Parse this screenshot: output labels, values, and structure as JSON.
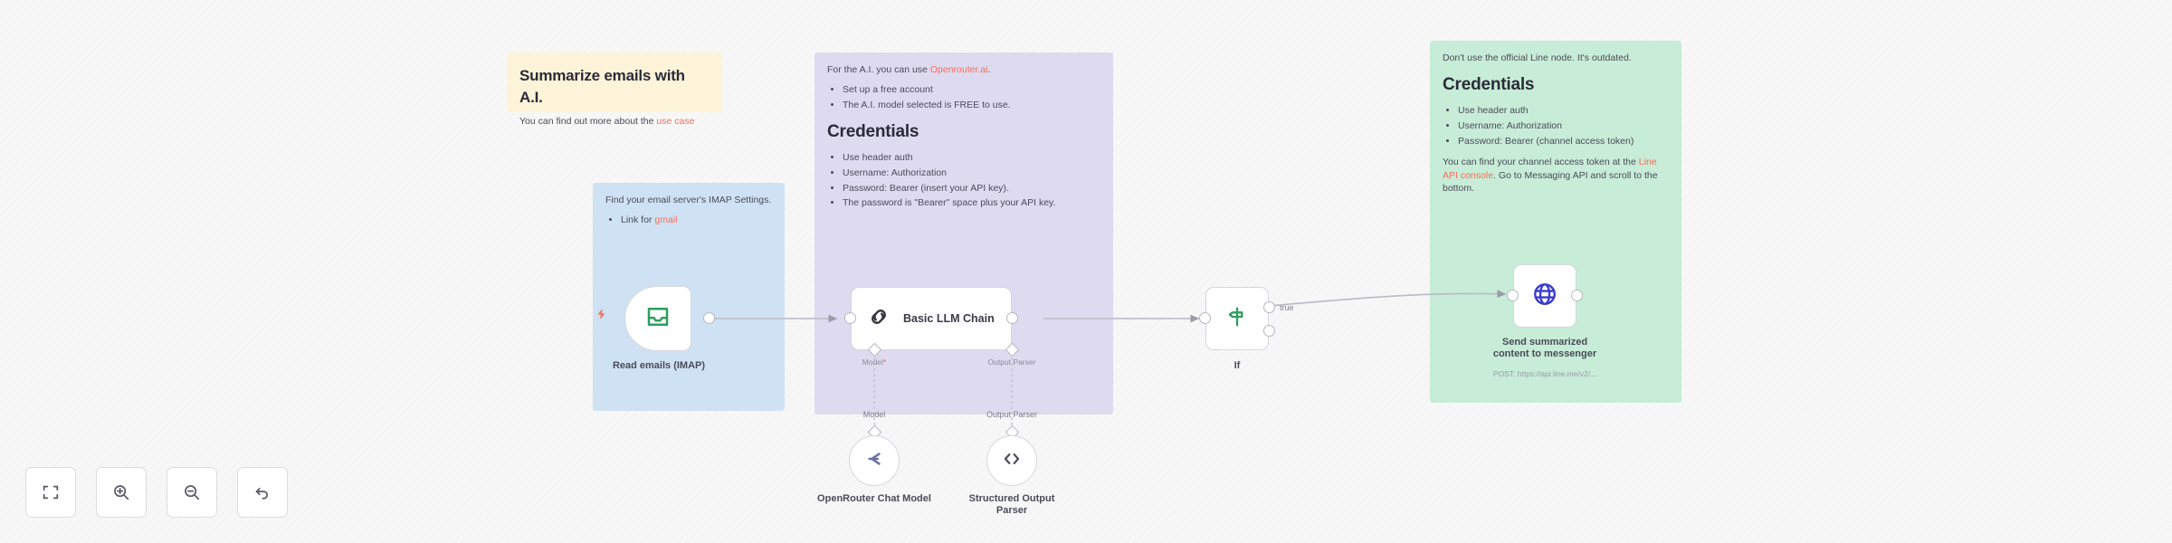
{
  "canvas": {
    "background_color": "#f7f7f7"
  },
  "notes": {
    "yellow": {
      "color": "#fdf3d8",
      "title": "Summarize emails with A.I.",
      "body_prefix": "You can find out more about the ",
      "link": "use case"
    },
    "blue": {
      "color": "#cfe2f3",
      "line1": "Find your email server's IMAP Settings.",
      "bullet_prefix": "Link for ",
      "link": "gmail"
    },
    "purple": {
      "color": "#dedaf0",
      "intro_prefix": "For the A.I. you can use ",
      "intro_link": "Openrouter.ai",
      "intro_suffix": ".",
      "bullets": [
        "Set up a free account",
        "The A.I. model selected is FREE to use."
      ],
      "heading": "Credentials",
      "credentials": [
        "Use header auth",
        "Username: Authorization",
        "Password: Bearer (insert your API key).",
        "The password is \"Bearer\" space plus your API key."
      ]
    },
    "green": {
      "color": "#c7ecd7",
      "warning": "Don't use the official Line node. It's outdated.",
      "heading": "Credentials",
      "credentials": [
        "Use header auth",
        "Username: Authorization",
        "Password: Bearer (channel access token)"
      ],
      "footer_prefix": "You can find your channel access token at the ",
      "footer_link": "Line API console",
      "footer_suffix": ". Go to Messaging API and scroll to the bottom."
    }
  },
  "nodes": {
    "read_emails": {
      "caption": "Read emails (IMAP)",
      "icon": "inbox-icon",
      "icon_color": "#2f9e5f"
    },
    "llm_chain": {
      "inline_label": "Basic LLM Chain",
      "icon": "chain-link-icon",
      "icon_color": "#37373f",
      "sub_ports": [
        {
          "label": "Model",
          "required_marker": "*"
        },
        {
          "label": "Output Parser",
          "required_marker": ""
        }
      ]
    },
    "openrouter_model": {
      "caption": "OpenRouter Chat Model",
      "connector_label": "Model",
      "icon": "openrouter-arrow-icon",
      "icon_color": "#6b72a6"
    },
    "output_parser": {
      "caption": "Structured Output Parser",
      "connector_label": "Output Parser",
      "icon": "code-brackets-icon",
      "icon_color": "#4b4b59"
    },
    "if_node": {
      "caption": "If",
      "icon": "signpost-icon",
      "icon_color": "#2f9e5f",
      "output_true_label": "true"
    },
    "send_messenger": {
      "caption": "Send summarized content to messenger",
      "subcaption": "POST: https://api.line.me/v2/...",
      "icon": "globe-icon",
      "icon_color": "#3b3bd1"
    }
  },
  "toolbar": {
    "buttons": [
      {
        "name": "fit-to-view-button",
        "icon": "fit-view-icon"
      },
      {
        "name": "zoom-in-button",
        "icon": "zoom-in-icon"
      },
      {
        "name": "zoom-out-button",
        "icon": "zoom-out-icon"
      },
      {
        "name": "reset-zoom-button",
        "icon": "undo-arrow-icon"
      }
    ]
  }
}
